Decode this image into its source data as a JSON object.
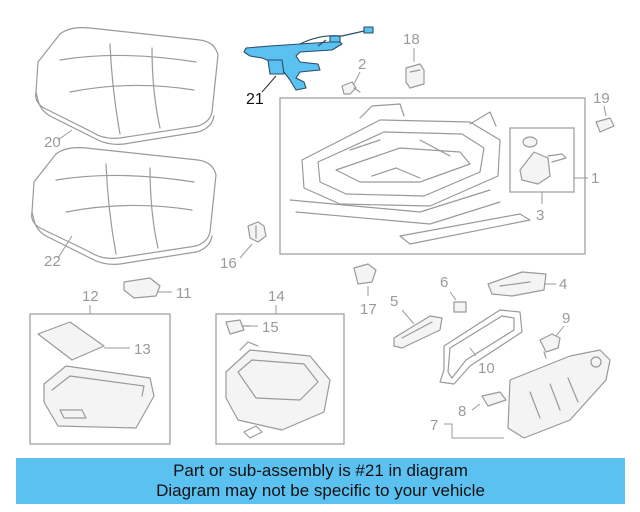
{
  "callouts": {
    "c1": "1",
    "c2": "2",
    "c3": "3",
    "c4": "4",
    "c5": "5",
    "c6": "6",
    "c7": "7",
    "c8": "8",
    "c9": "9",
    "c10": "10",
    "c11": "11",
    "c12": "12",
    "c13": "13",
    "c14": "14",
    "c15": "15",
    "c16": "16",
    "c17": "17",
    "c18": "18",
    "c19": "19",
    "c20": "20",
    "c21": "21",
    "c22": "22"
  },
  "highlighted_part": "21",
  "banner": {
    "line1": "Part or sub-assembly is #21 in diagram",
    "line2": "Diagram may not be specific to your vehicle"
  },
  "colors": {
    "highlight": "#5bc1f0",
    "part_outline": "#9a9a9a"
  }
}
